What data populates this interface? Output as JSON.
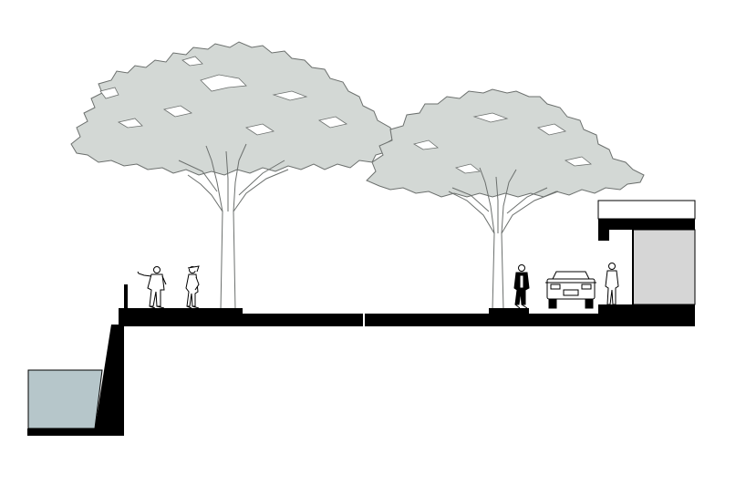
{
  "drawing": {
    "kind": "street section",
    "colors": {
      "background": "#ffffff",
      "ground": "#000000",
      "canopy_fill": "#d3d8d5",
      "canopy_stroke": "#6b6f6d",
      "trunk_stroke": "#6b6f6d",
      "water": "#b6c6ca",
      "building_wall": "#d6d6d6",
      "figures": "#000000"
    },
    "elements": [
      {
        "name": "left-tree-canopy",
        "type": "canopy"
      },
      {
        "name": "right-tree-canopy",
        "type": "canopy"
      },
      {
        "name": "left-tree-trunk",
        "type": "trunk"
      },
      {
        "name": "right-tree-trunk",
        "type": "trunk"
      },
      {
        "name": "pedestrian-pointing",
        "type": "person"
      },
      {
        "name": "pedestrian-standing",
        "type": "person"
      },
      {
        "name": "pedestrian-walking",
        "type": "person"
      },
      {
        "name": "parked-car",
        "type": "vehicle"
      },
      {
        "name": "pedestrian-by-building",
        "type": "person"
      },
      {
        "name": "canal-water",
        "type": "water"
      },
      {
        "name": "building",
        "type": "building"
      }
    ]
  }
}
